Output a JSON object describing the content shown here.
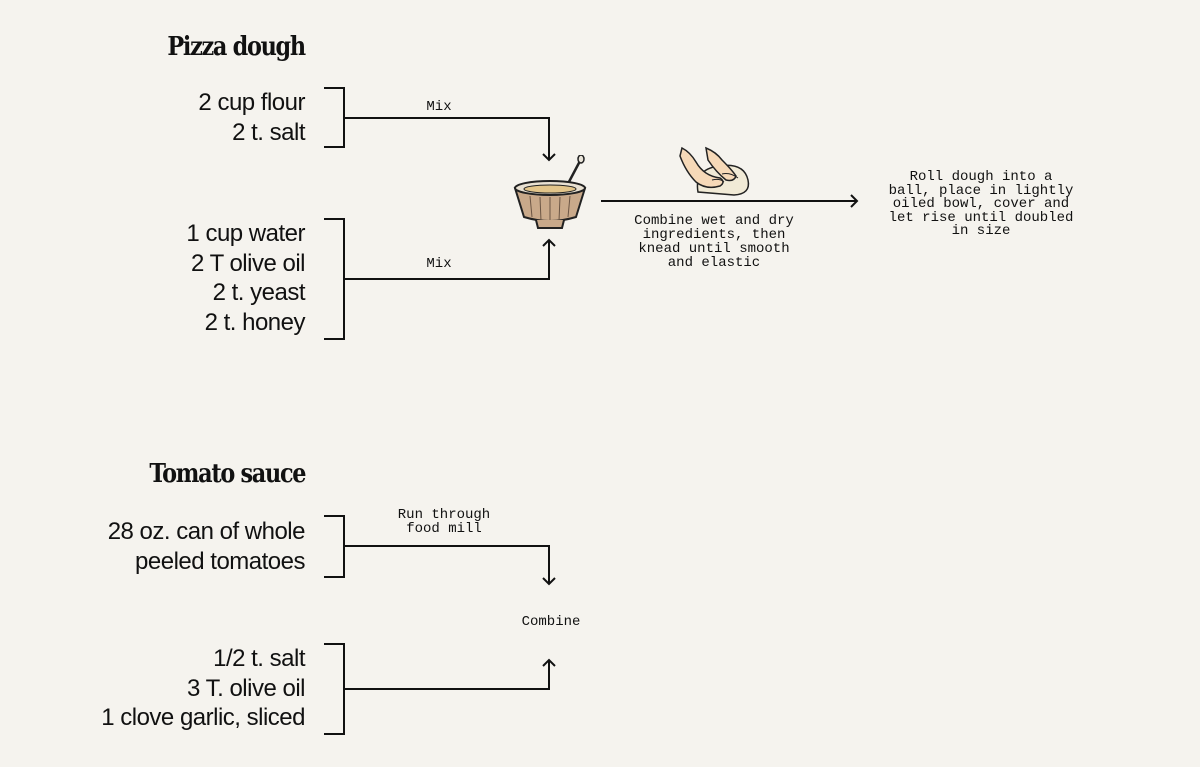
{
  "pizza": {
    "title": "Pizza dough",
    "dry_ingredients": [
      "2 cup flour",
      "2 t. salt"
    ],
    "wet_ingredients": [
      "1 cup water",
      "2 T olive oil",
      "2 t. yeast",
      "2 t. honey"
    ],
    "mix_label_1": "Mix",
    "mix_label_2": "Mix",
    "combine_step": [
      "Combine wet and dry",
      "ingredients, then",
      "knead until smooth",
      "and elastic"
    ],
    "rise_step": [
      "Roll dough into a",
      "ball, place in lightly",
      "oiled bowl, cover and",
      "let rise until doubled",
      "in size"
    ]
  },
  "sauce": {
    "title": "Tomato sauce",
    "tomato_ingredients": [
      "28 oz. can of whole",
      "peeled tomatoes"
    ],
    "other_ingredients": [
      "1/2 t. salt",
      "3 T. olive oil",
      "1 clove garlic, sliced"
    ],
    "mill_step": [
      "Run through",
      "food mill"
    ],
    "combine_label": "Combine"
  },
  "icons": {
    "bowl": "mixing-bowl-illustration",
    "kneading": "kneading-hands-illustration"
  },
  "colors": {
    "background": "#f5f3ee",
    "ink": "#111111",
    "bowl": "#c9a98a"
  }
}
